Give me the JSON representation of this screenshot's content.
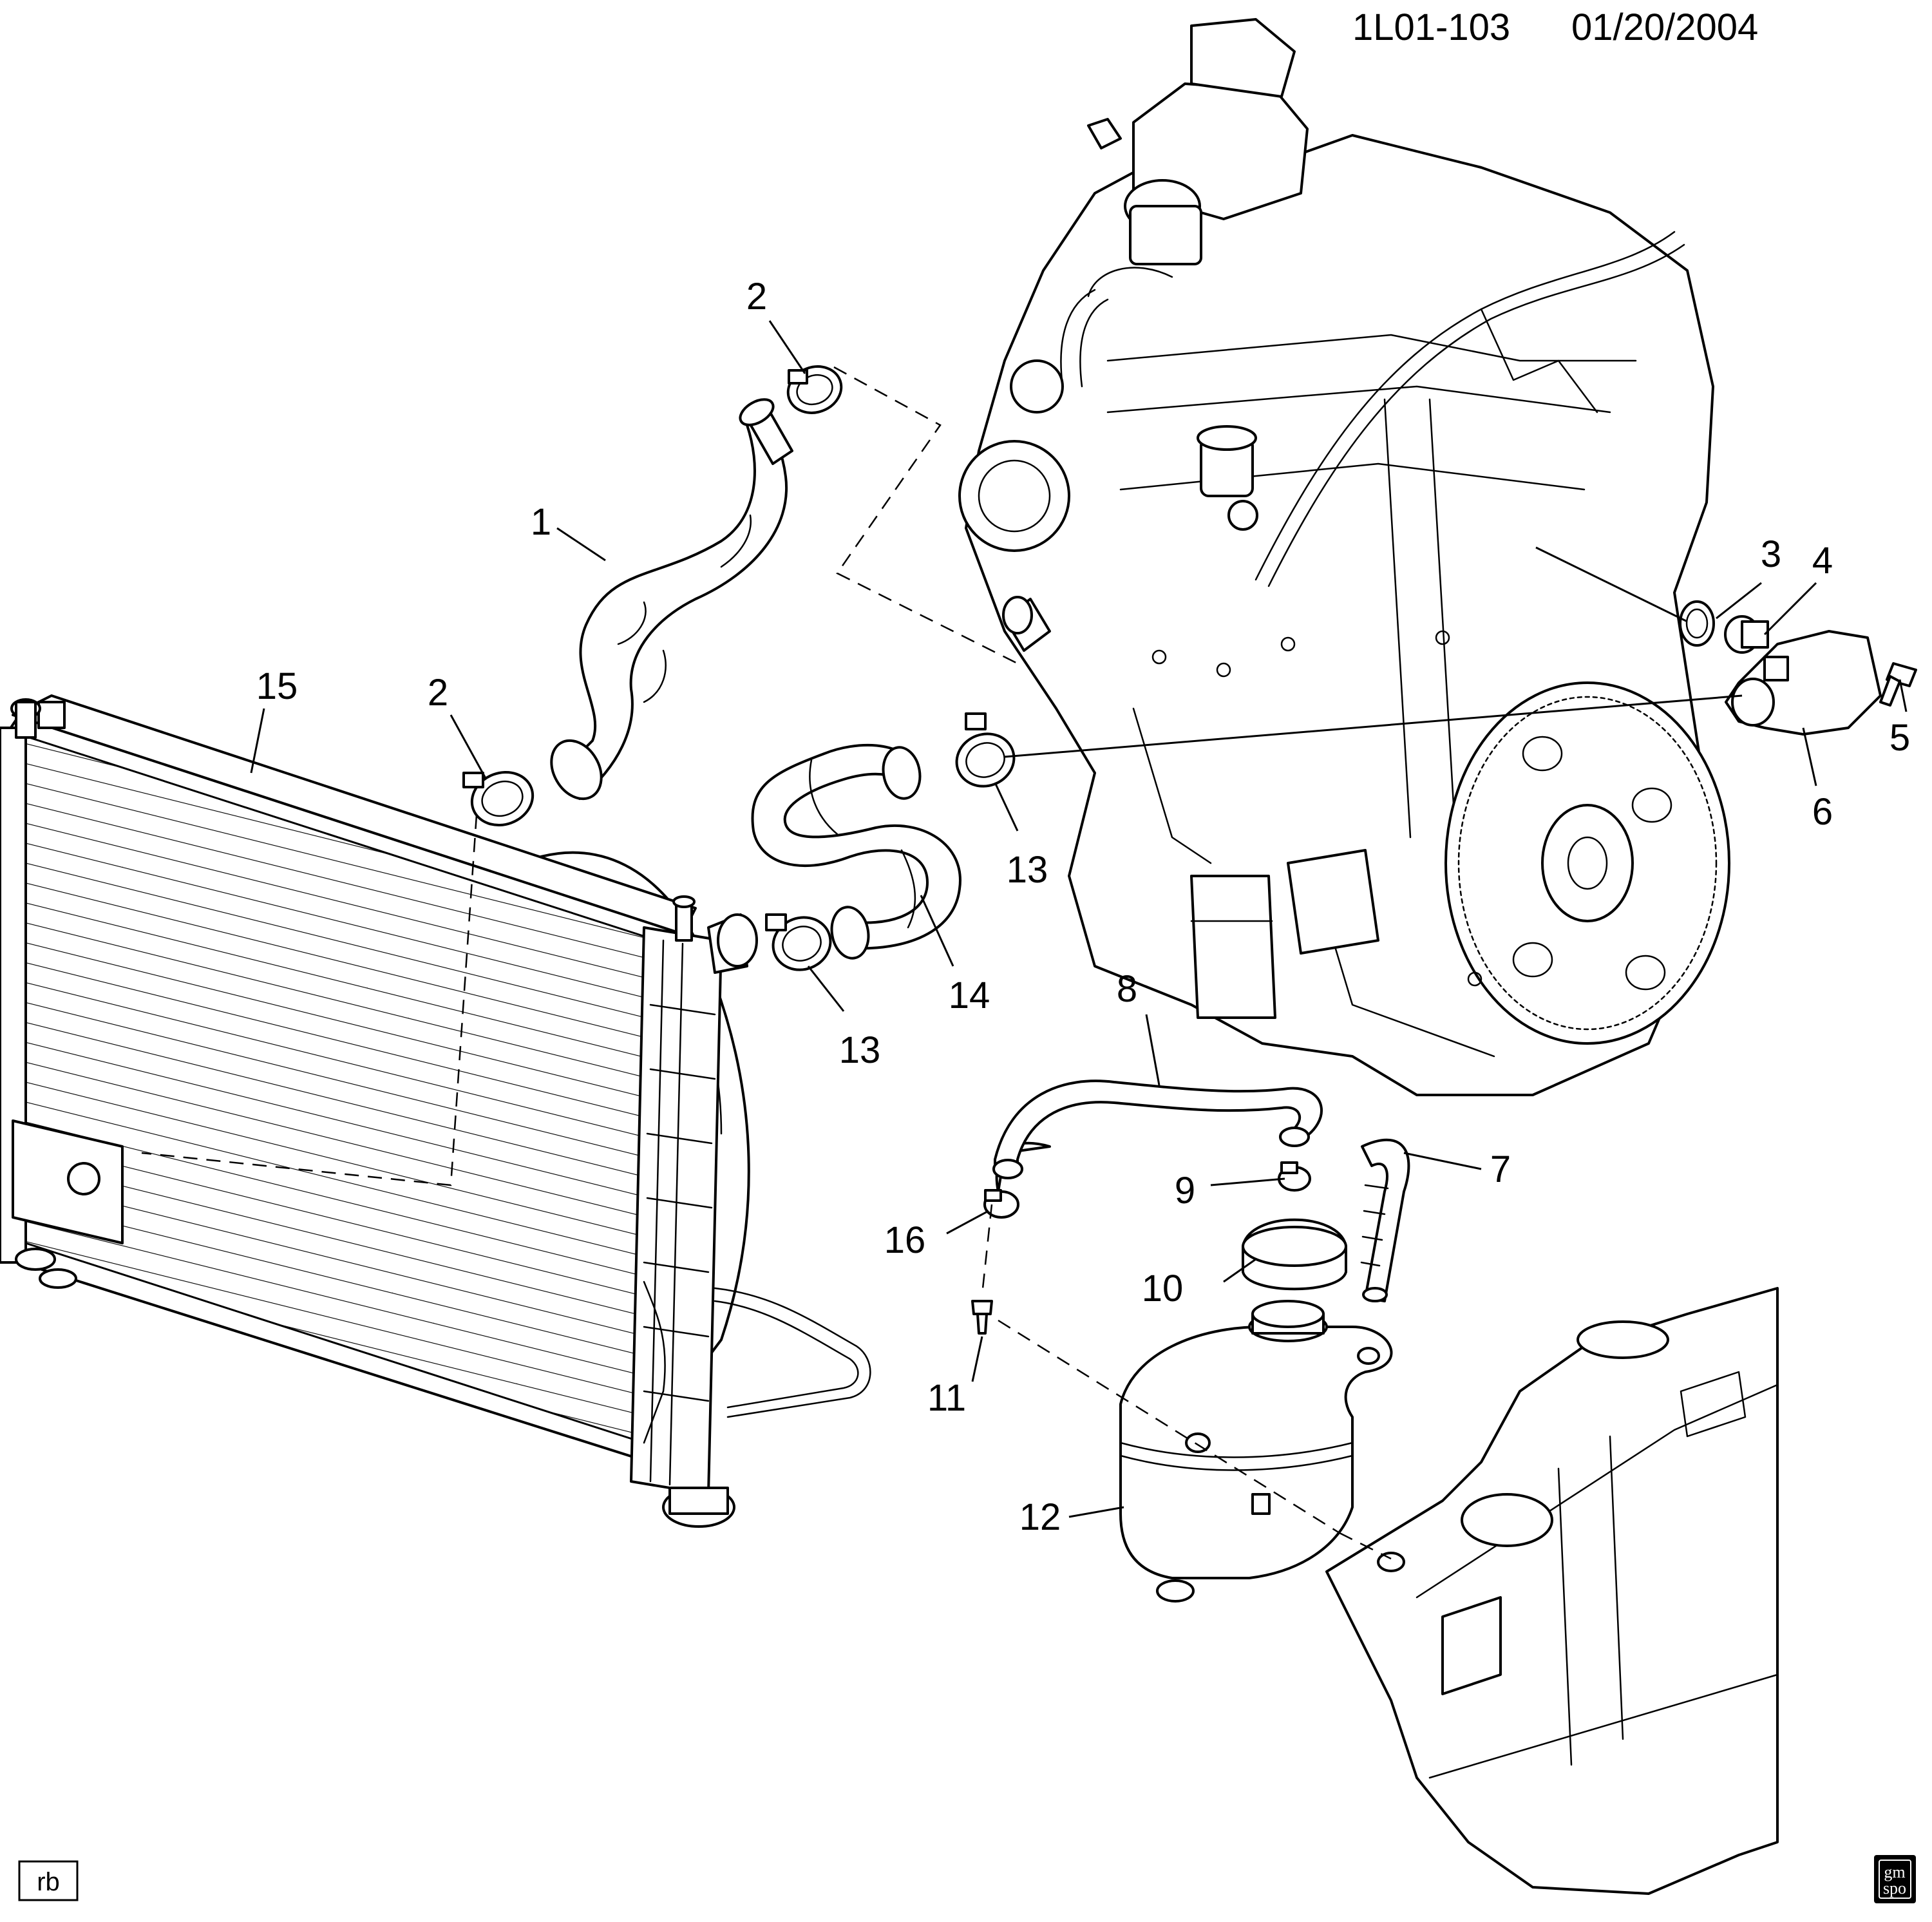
{
  "diagram": {
    "catalog_id": "1L01-103",
    "date": "01/20/2004",
    "initials": "rb",
    "logo": "gm spo",
    "callouts": {
      "c1": "1",
      "c2a": "2",
      "c2b": "2",
      "c3": "3",
      "c4": "4",
      "c5": "5",
      "c6": "6",
      "c7": "7",
      "c8": "8",
      "c9": "9",
      "c10": "10",
      "c11": "11",
      "c12": "12",
      "c13a": "13",
      "c13b": "13",
      "c14": "14",
      "c15": "15",
      "c16": "16"
    }
  }
}
